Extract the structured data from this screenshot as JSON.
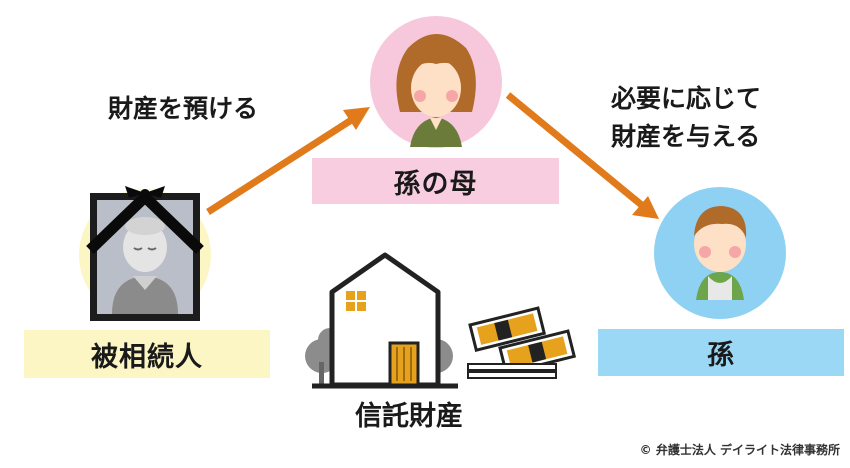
{
  "diagram": {
    "nodes": {
      "decedent": {
        "label": "被相続人"
      },
      "mother": {
        "label": "孫の母"
      },
      "grandchild": {
        "label": "孫"
      },
      "trust_property": {
        "label": "信託財産"
      }
    },
    "edges": {
      "entrust": {
        "label": "財産を預ける"
      },
      "give": {
        "line1": "必要に応じて",
        "line2": "財産を与える"
      }
    }
  },
  "footer": {
    "copyright": "© 弁護士法人 デイライト法律事務所"
  },
  "colors": {
    "arrow": "#e07a1b",
    "decedent_box": "#fbf6c3",
    "mother_box": "#f9cde0",
    "grandchild_box": "#9bd8f5"
  }
}
